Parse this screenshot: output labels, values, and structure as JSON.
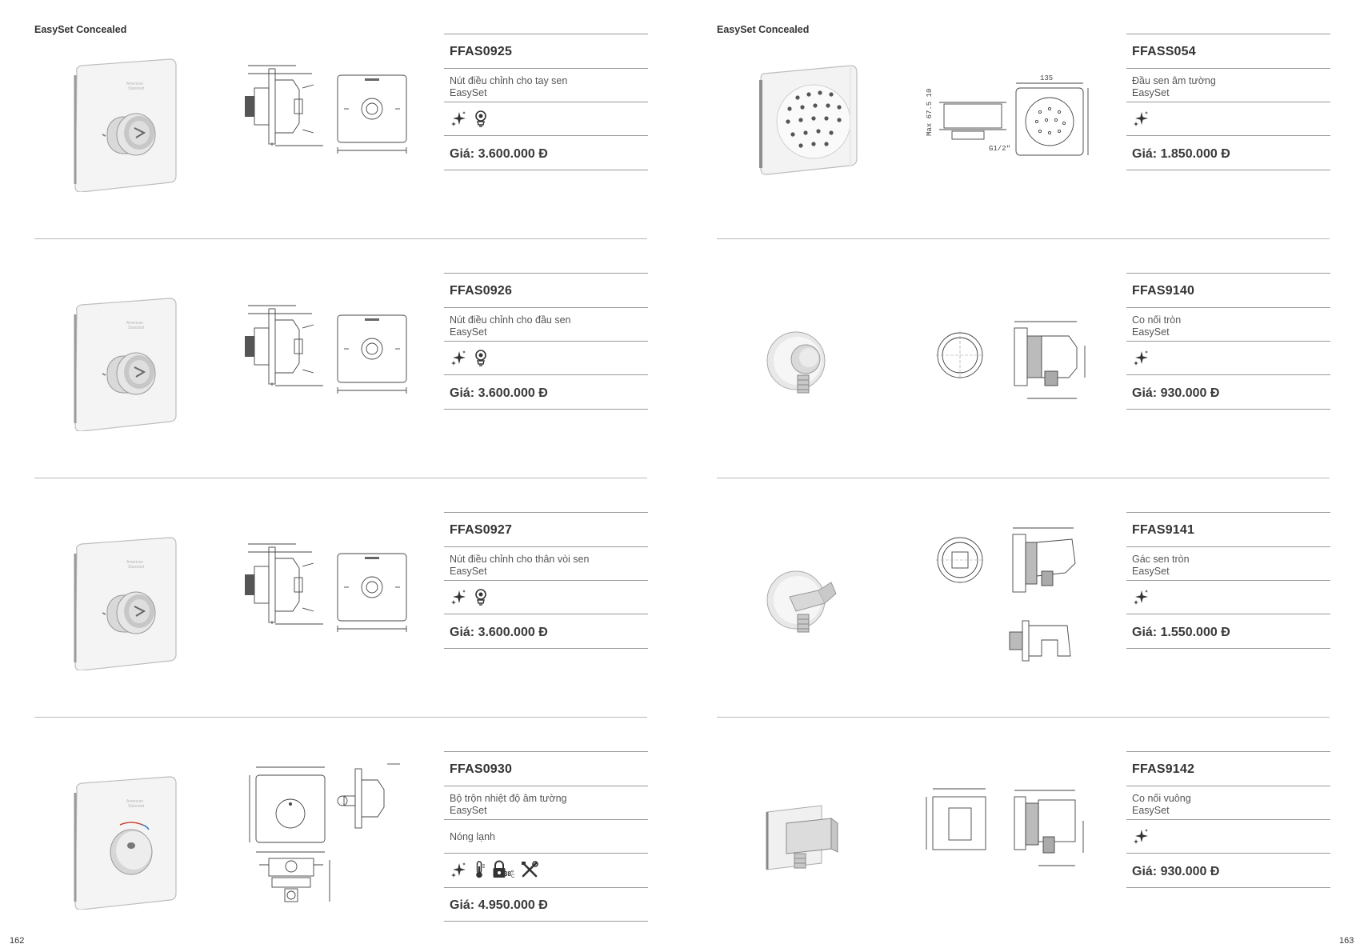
{
  "left_page": {
    "section_title": "EasySet Concealed",
    "page_number": "162",
    "products": [
      {
        "code": "FFAS0925",
        "desc_line1": "Nút điều chỉnh cho tay sen",
        "desc_line2": "EasySet",
        "icons": [
          "sparkle-icon",
          "knob-icon"
        ],
        "price": "Giá: 3.600.000 Đ"
      },
      {
        "code": "FFAS0926",
        "desc_line1": "Nút điều chỉnh cho đầu sen",
        "desc_line2": "EasySet",
        "icons": [
          "sparkle-icon",
          "knob-icon"
        ],
        "price": "Giá: 3.600.000 Đ"
      },
      {
        "code": "FFAS0927",
        "desc_line1": "Nút điều chỉnh cho thân vòi sen",
        "desc_line2": "EasySet",
        "icons": [
          "sparkle-icon",
          "knob-icon"
        ],
        "price": "Giá: 3.600.000 Đ"
      },
      {
        "code": "FFAS0930",
        "desc_line1": "Bộ trộn nhiệt độ âm tường",
        "desc_line2": "EasySet",
        "extra": "Nóng lạnh",
        "icons": [
          "sparkle-icon",
          "thermometer-icon",
          "lock-38c-icon",
          "tools-icon"
        ],
        "price": "Giá: 4.950.000 Đ"
      }
    ]
  },
  "right_page": {
    "section_title": "EasySet Concealed",
    "page_number": "163",
    "products": [
      {
        "code": "FFASS054",
        "desc_line1": "Đầu sen âm tường",
        "desc_line2": "EasySet",
        "icons": [
          "sparkle-icon"
        ],
        "price": "Giá: 1.850.000 Đ"
      },
      {
        "code": "FFAS9140",
        "desc_line1": "Co nối tròn",
        "desc_line2": "EasySet",
        "icons": [
          "sparkle-icon"
        ],
        "price": "Giá: 930.000 Đ"
      },
      {
        "code": "FFAS9141",
        "desc_line1": "Gác sen tròn",
        "desc_line2": "EasySet",
        "icons": [
          "sparkle-icon"
        ],
        "price": "Giá: 1.550.000 Đ"
      },
      {
        "code": "FFAS9142",
        "desc_line1": "Co nối vuông",
        "desc_line2": "EasySet",
        "icons": [
          "sparkle-icon"
        ],
        "price": "Giá: 930.000 Đ"
      }
    ]
  }
}
